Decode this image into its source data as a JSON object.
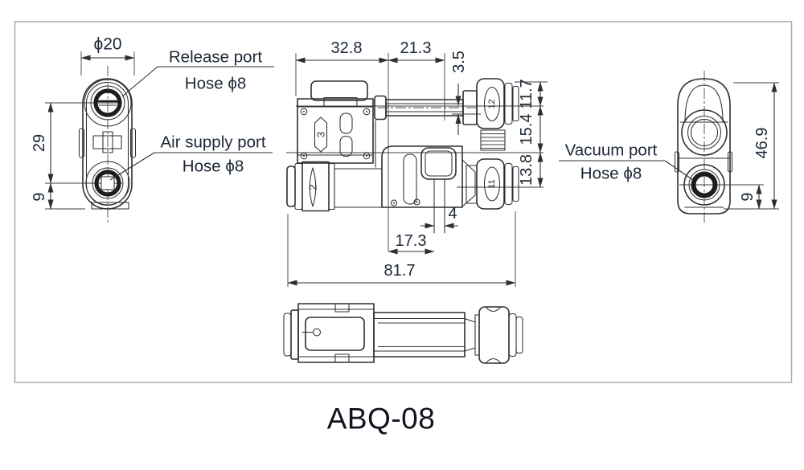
{
  "title": "ABQ-08",
  "colors": {
    "line": "#2f2f2f",
    "text": "#1c2736",
    "border": "#ababab",
    "background": "#ffffff"
  },
  "labels": {
    "release_port": "Release port",
    "release_hose": "Hose ϕ8",
    "air_supply_port": "Air supply port",
    "air_hose": "Hose ϕ8",
    "vacuum_port": "Vacuum port",
    "vacuum_hose": "Hose ϕ8"
  },
  "dims": {
    "front_width": "ϕ20",
    "front_port_spacing": "29",
    "front_bottom_offset": "9",
    "side_top_left": "32.8",
    "side_top_right": "21.3",
    "side_nozzle_offset": "3.5",
    "side_right_top": "11.7",
    "side_right_mid": "15.4",
    "side_right_bottom": "13.8",
    "side_pad_width": "4",
    "side_pad_offset": "17.3",
    "side_overall": "81.7",
    "end_height": "46.9",
    "end_bottom_offset": "9"
  },
  "marks": {
    "valve_block": "3",
    "muffler": "2",
    "fitting_top": "12",
    "fitting_bottom": "11"
  }
}
